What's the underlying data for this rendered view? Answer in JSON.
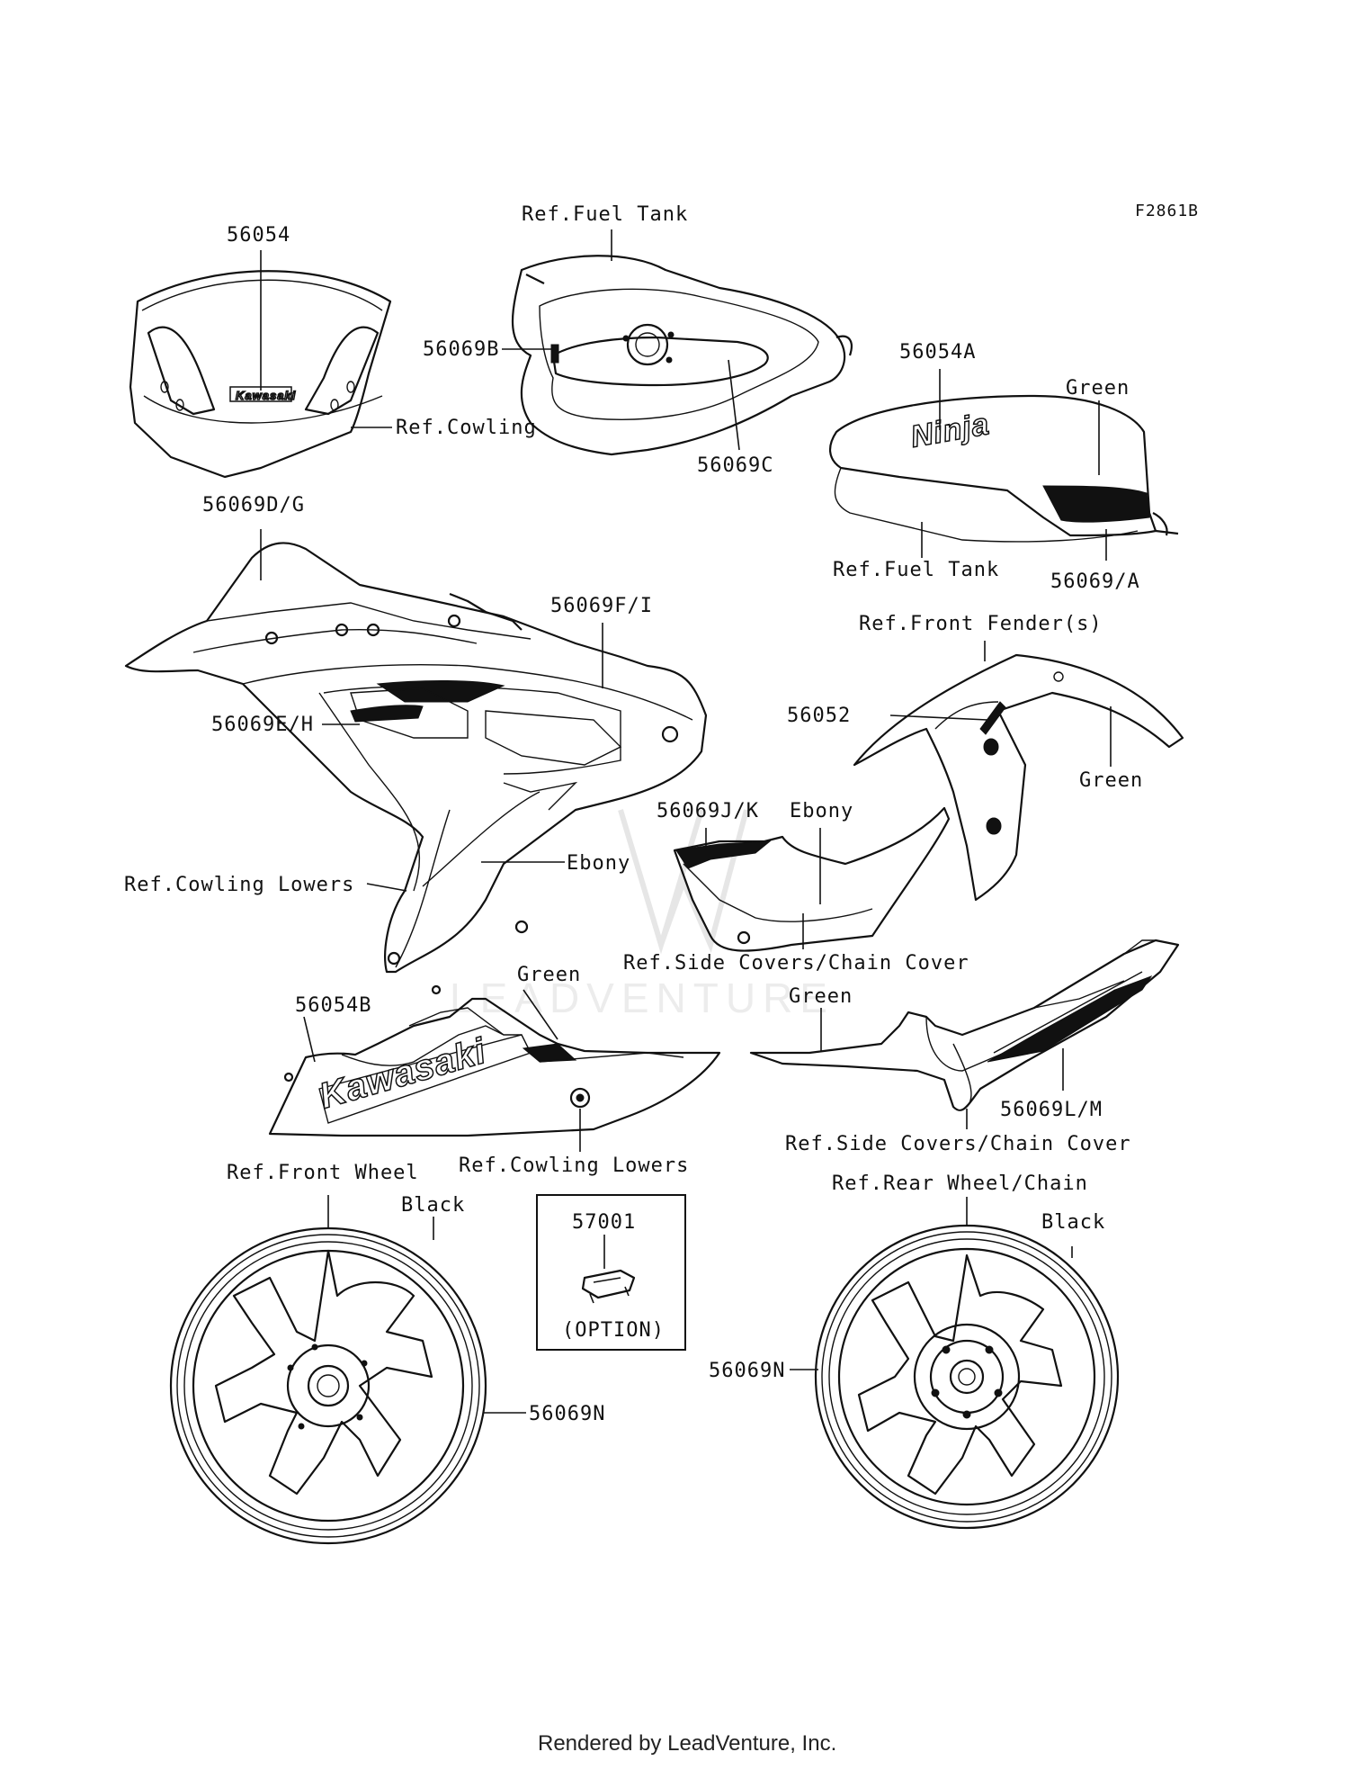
{
  "diagram_code": "F2861B",
  "footer": "Rendered by LeadVenture, Inc.",
  "labels": {
    "windshield_part": "56054",
    "ref_fuel_tank_top": "Ref.Fuel Tank",
    "tank_b": "56069B",
    "ref_cowling": "Ref.Cowling",
    "tank_c": "56069C",
    "tank_a_part": "56054A",
    "green_tank": "Green",
    "ref_fuel_tank_side": "Ref.Fuel Tank",
    "tank_side_a": "56069/A",
    "cowl_dg": "56069D/G",
    "cowl_fi": "56069F/I",
    "cowl_eh": "56069E/H",
    "ebony_cowl": "Ebony",
    "ref_cowling_lowers_left": "Ref.Cowling Lowers",
    "ref_front_fender": "Ref.Front Fender(s)",
    "fender_part": "56052",
    "green_fender": "Green",
    "side_jk": "56069J/K",
    "ebony_side": "Ebony",
    "ref_side_covers_1": "Ref.Side Covers/Chain Cover",
    "lower_part": "56054B",
    "green_lower": "Green",
    "ref_cowling_lowers_bottom": "Ref.Cowling Lowers",
    "green_tail": "Green",
    "tail_lm": "56069L/M",
    "ref_side_covers_2": "Ref.Side Covers/Chain Cover",
    "ref_front_wheel": "Ref.Front Wheel",
    "black_front": "Black",
    "option_part": "57001",
    "option_text": "(OPTION)",
    "front_wheel_part": "56069N",
    "ref_rear_wheel": "Ref.Rear Wheel/Chain",
    "black_rear": "Black",
    "rear_wheel_part": "56069N"
  },
  "decal_text": {
    "windshield_logo": "Kawasaki",
    "tank_logo": "Ninja",
    "lower_logo": "Kawasaki"
  },
  "watermark": "LEADVENTURE"
}
